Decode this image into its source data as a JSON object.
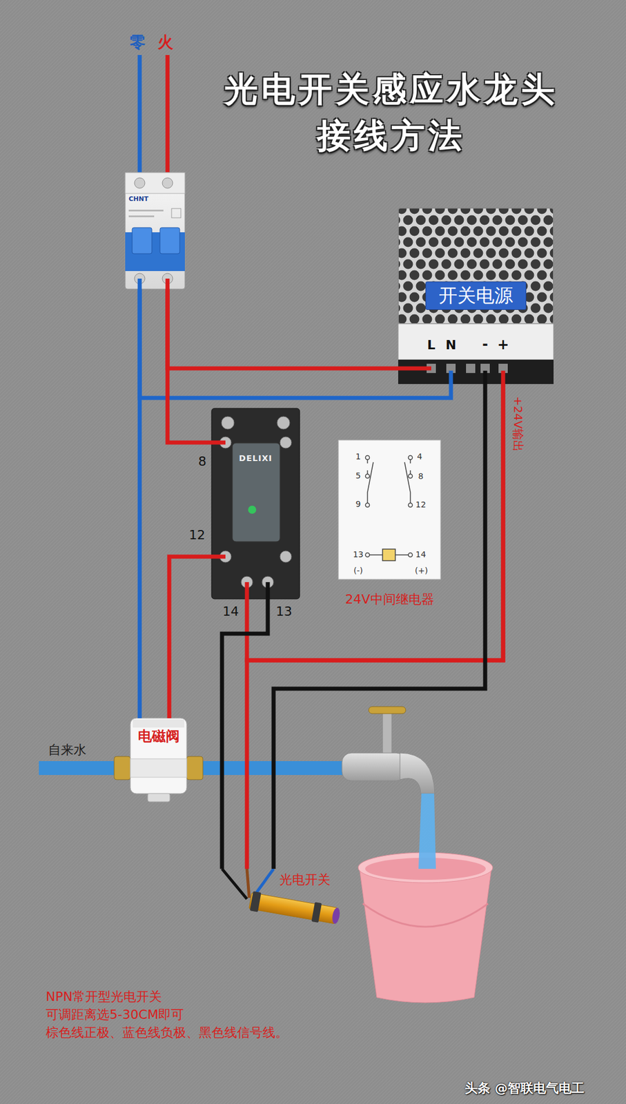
{
  "diagram": {
    "title": "光电开关感应水龙头 接线方法",
    "nodes": [
      {
        "text": [
          "CHNT"
        ]
      },
      {
        "text": [
          "开关电源"
        ]
      },
      {
        "text": [
          "DELIXI"
        ]
      },
      {
        "text": [
          "24V中间继电器"
        ]
      },
      {
        "text": [
          "电磁阀"
        ]
      },
      {
        "text": [
          "光电开关"
        ]
      }
    ],
    "edges": [
      {
        "from": 0,
        "to": 1,
        "arrow": "none"
      },
      {
        "from": 0,
        "to": 1,
        "arrow": "none"
      },
      {
        "from": 0,
        "to": 2,
        "arrow": "none"
      },
      {
        "from": 0,
        "to": 4,
        "arrow": "none"
      },
      {
        "from": 2,
        "to": 4,
        "arrow": "none"
      },
      {
        "from": 1,
        "to": 2,
        "arrow": "none"
      },
      {
        "from": 1,
        "to": 5,
        "arrow": "none"
      },
      {
        "from": 1,
        "to": 5,
        "arrow": "none"
      },
      {
        "from": 2,
        "to": 5,
        "arrow": "none"
      }
    ],
    "labels": [
      "零",
      "火",
      "L",
      "N",
      "-",
      "+",
      "+24V输出",
      "8",
      "12",
      "14",
      "13",
      "1",
      "4",
      "5",
      "8",
      "9",
      "12",
      "13",
      "14",
      "(-)",
      "(+)",
      "自来水",
      "NPN常开型光电开关",
      "可调距离选5-30CM即可",
      "棕色线正极、蓝色线负极、黑色线信号线。",
      "头条 @智联电气电工"
    ]
  }
}
